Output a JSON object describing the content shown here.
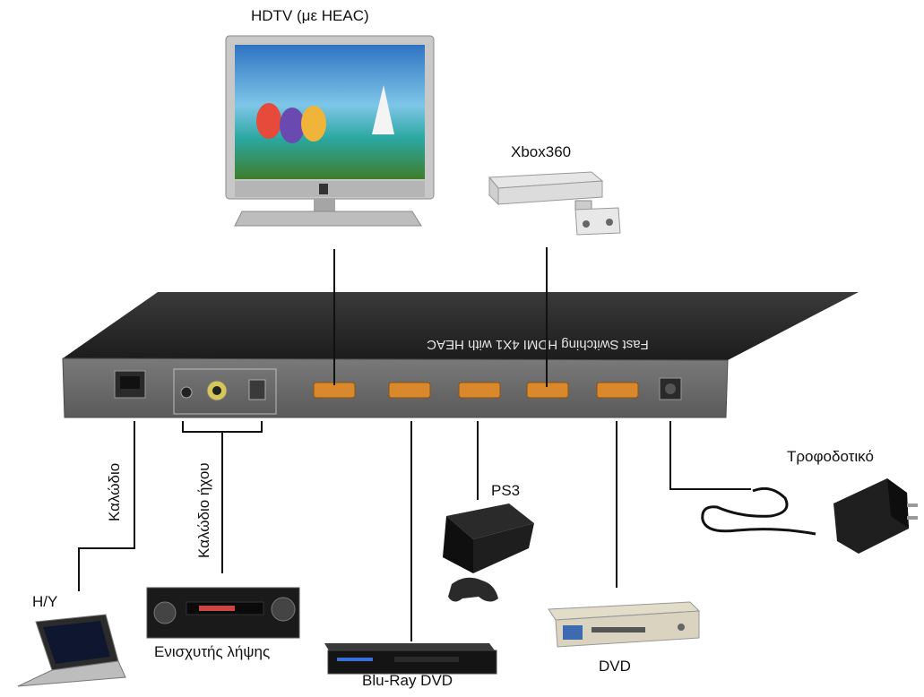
{
  "labels": {
    "hdtv": "HDTV (με HEAC)",
    "xbox": "Xbox360",
    "switch_text": "Fast Switching HDMI 4X1 with HEAC",
    "cable": "Καλώδιο",
    "audio_cable": "Καλώδιο ήχου",
    "pc": "Η/Υ",
    "receiver": "Ενισχυτής λήψης",
    "bluray": "Blu-Ray DVD",
    "ps3": "PS3",
    "dvd": "DVD",
    "power": "Τροφοδοτικό"
  },
  "colors": {
    "device_dark": "#2b2b2b",
    "device_front": "#6e6e6e",
    "hdmi_port": "#d9892b",
    "line": "#111111"
  }
}
